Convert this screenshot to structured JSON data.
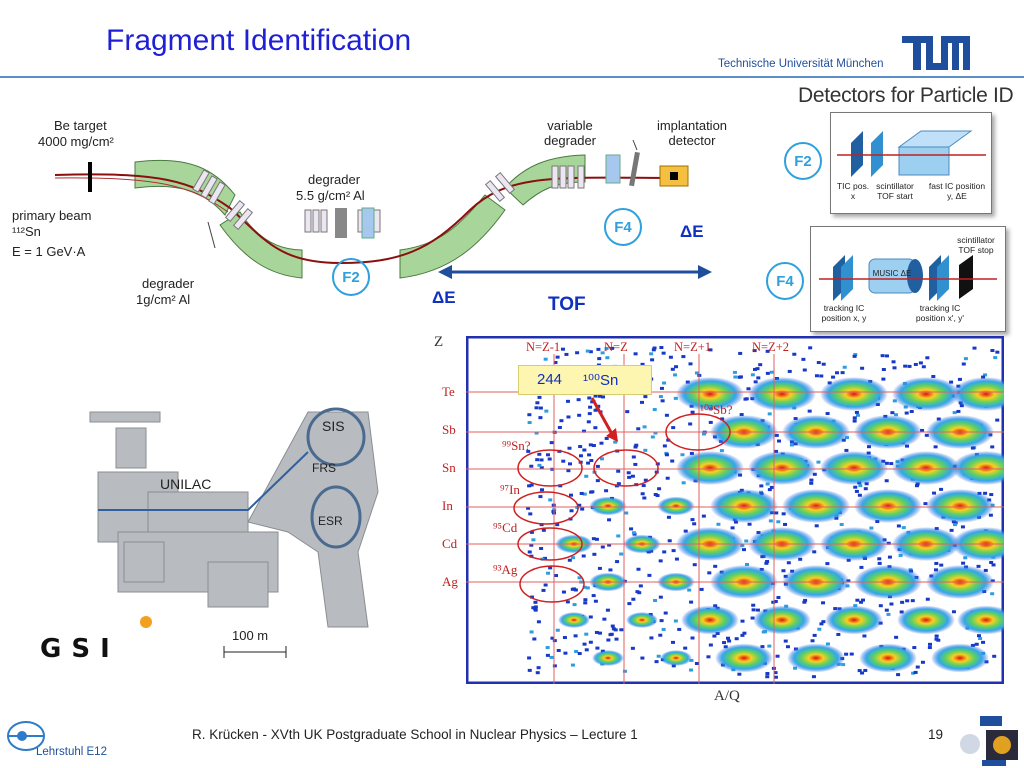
{
  "header": {
    "title": "Fragment Identification",
    "university": "Technische Universität München",
    "subtitle": "Detectors for Particle ID"
  },
  "beamline": {
    "be_target": "Be target",
    "be_thickness": "4000 mg/cm²",
    "primary_beam": "primary beam",
    "beam_isotope": "¹¹²Sn",
    "beam_energy": "E = 1 GeV·A",
    "degrader1": "degrader",
    "degrader1_thickness": "1g/cm² Al",
    "degrader2": "degrader",
    "degrader2_thickness": "5.5 g/cm² Al",
    "variable_degrader": "variable degrader",
    "implantation": "implantation detector",
    "f2_label": "F2",
    "f4_label": "F4",
    "delta_e_left": "ΔE",
    "delta_e_right": "ΔE",
    "tof": "TOF"
  },
  "detectors": {
    "f2": {
      "label": "F2",
      "tic": "TIC pos. x",
      "scint": "scintillator TOF start",
      "fastic": "fast IC position y, ΔE"
    },
    "f4": {
      "label": "F4",
      "music": "MUSIC ΔE",
      "scint_stop": "scintillator TOF stop",
      "track1": "tracking IC position x, y",
      "track2": "tracking IC position x', y'"
    }
  },
  "gsi_map": {
    "sis": "SIS",
    "frs": "FRS",
    "esr": "ESR",
    "unilac": "UNILAC",
    "scale": "100 m",
    "logo": "GSI"
  },
  "plot": {
    "y_axis": "Z",
    "x_axis": "A/Q",
    "n_lines": [
      "N=Z-1",
      "N=Z",
      "N=Z+1",
      "N=Z+2"
    ],
    "elements": [
      "Te",
      "Sb",
      "Sn",
      "In",
      "Cd",
      "Ag"
    ],
    "count_box": "244",
    "count_isotope": "¹⁰⁰Sn",
    "isotopes": [
      "¹⁰³Sb?",
      "⁹⁹Sn?",
      "⁹⁷In",
      "⁹⁵Cd",
      "⁹³Ag"
    ]
  },
  "footer": {
    "author": "R. Krücken   -   XVth UK Postgraduate School in Nuclear Physics – Lecture 1",
    "page": "19",
    "chair": "Lehrstuhl E12"
  },
  "colors": {
    "title": "#1f1fd6",
    "accent": "#2ea0dc",
    "plot_frame": "#2030b0",
    "annotation": "#c02020"
  }
}
